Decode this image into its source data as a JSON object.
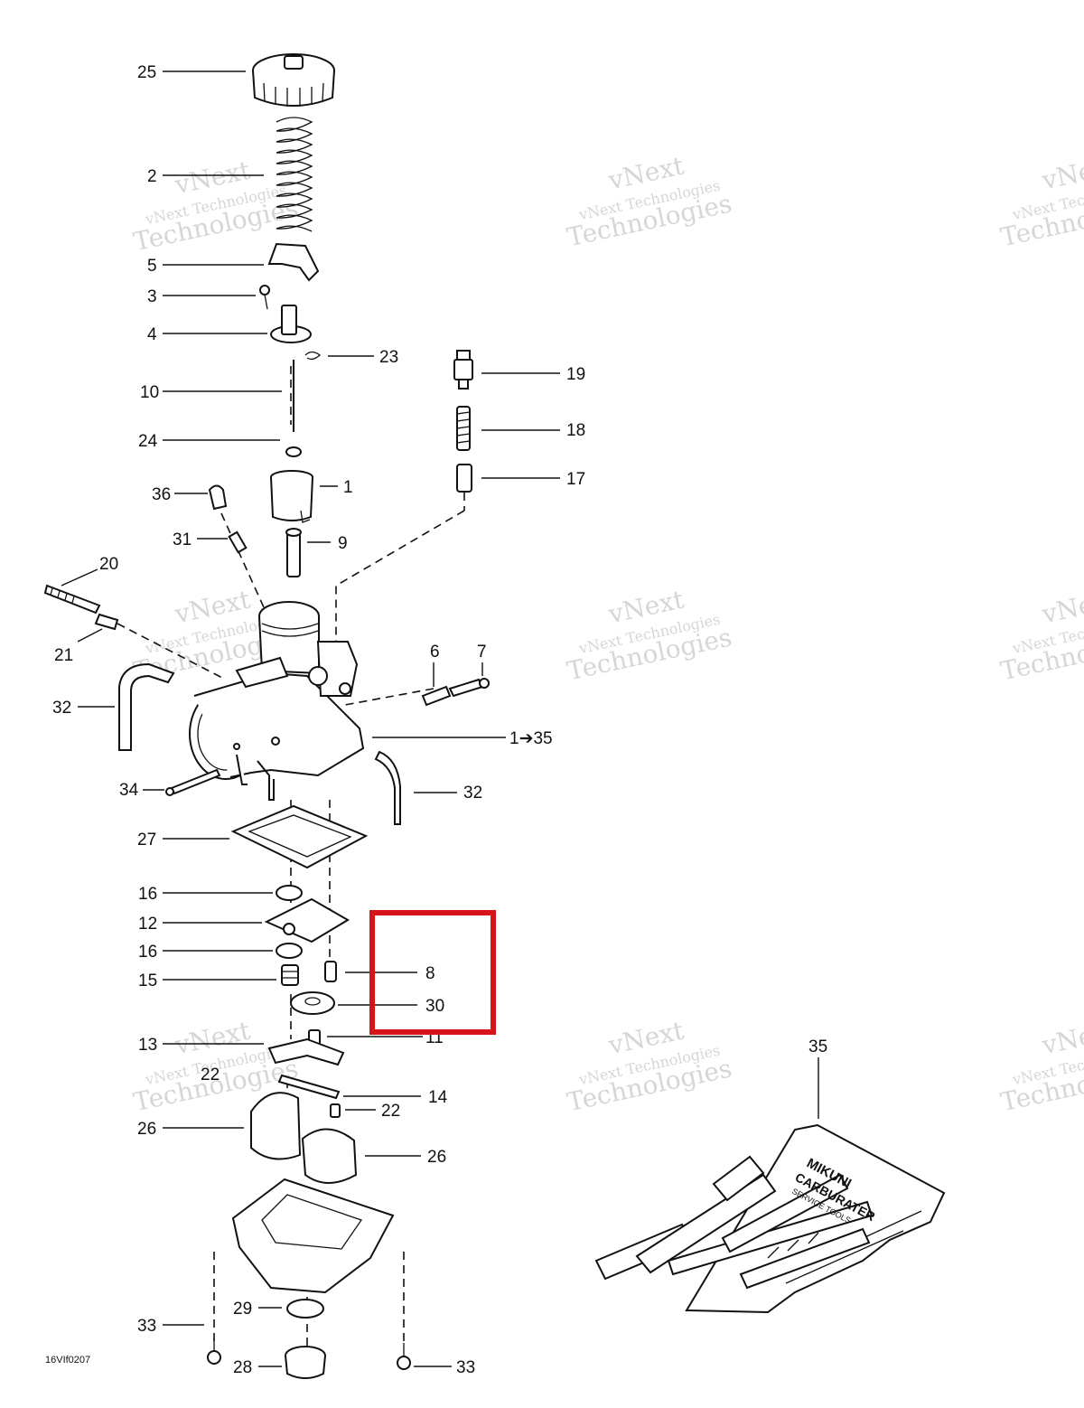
{
  "watermark": {
    "line1": "vNext",
    "line2": "vNext Technologies",
    "line3": "Technologies"
  },
  "diagram_code": "16VIf0207",
  "highlight_color": "#d7141a",
  "labels": {
    "p25": "25",
    "p2": "2",
    "p5": "5",
    "p3": "3",
    "p4": "4",
    "p23": "23",
    "p10": "10",
    "p19": "19",
    "p18": "18",
    "p24": "24",
    "p17": "17",
    "p36": "36",
    "p1": "1",
    "p31": "31",
    "p9": "9",
    "p20": "20",
    "p21": "21",
    "p6": "6",
    "p7": "7",
    "p32a": "32",
    "p1to35": "1➔35",
    "p34": "34",
    "p32b": "32",
    "p27": "27",
    "p16a": "16",
    "p12": "12",
    "p16b": "16",
    "p15": "15",
    "p8": "8",
    "p30": "30",
    "p11": "11",
    "p13": "13",
    "p22a": "22",
    "p14": "14",
    "p22b": "22",
    "p26a": "26",
    "p26b": "26",
    "p35": "35",
    "p29": "29",
    "p33a": "33",
    "p28": "28",
    "p33b": "33"
  },
  "toolkit_text": {
    "line1": "MIKUNI",
    "line2": "CARBURATER",
    "line3": "SERVICE TOOLS"
  }
}
